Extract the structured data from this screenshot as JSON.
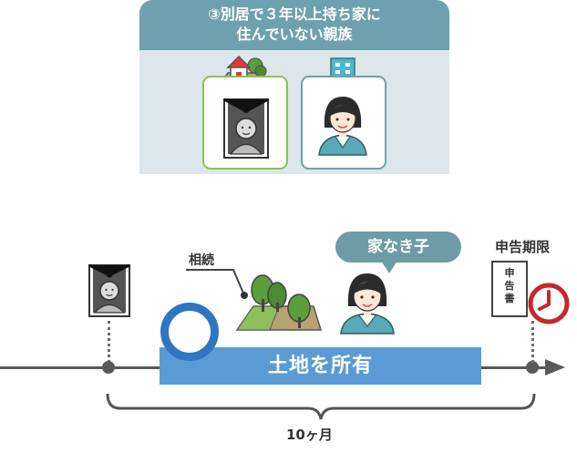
{
  "panel": {
    "title_line1": "③別居で３年以上持ち家に",
    "title_line2": "住んでいない親族"
  },
  "timeline": {
    "inherit_label": "相続",
    "heir_bubble": "家なき子",
    "ownership_bar": "土地を所有",
    "deadline_label": "申告期限",
    "duration_label": "10ヶ月"
  },
  "document": {
    "line1": "申",
    "line2": "告",
    "line3": "書"
  },
  "colors": {
    "panel_header": "#6fa0ad",
    "panel_bg": "#dbe7ea",
    "bar": "#5b9bd5",
    "ring": "#2f75c0",
    "clock": "#c62828",
    "card_left_border": "#8cc24e",
    "timeline": "#595959"
  }
}
